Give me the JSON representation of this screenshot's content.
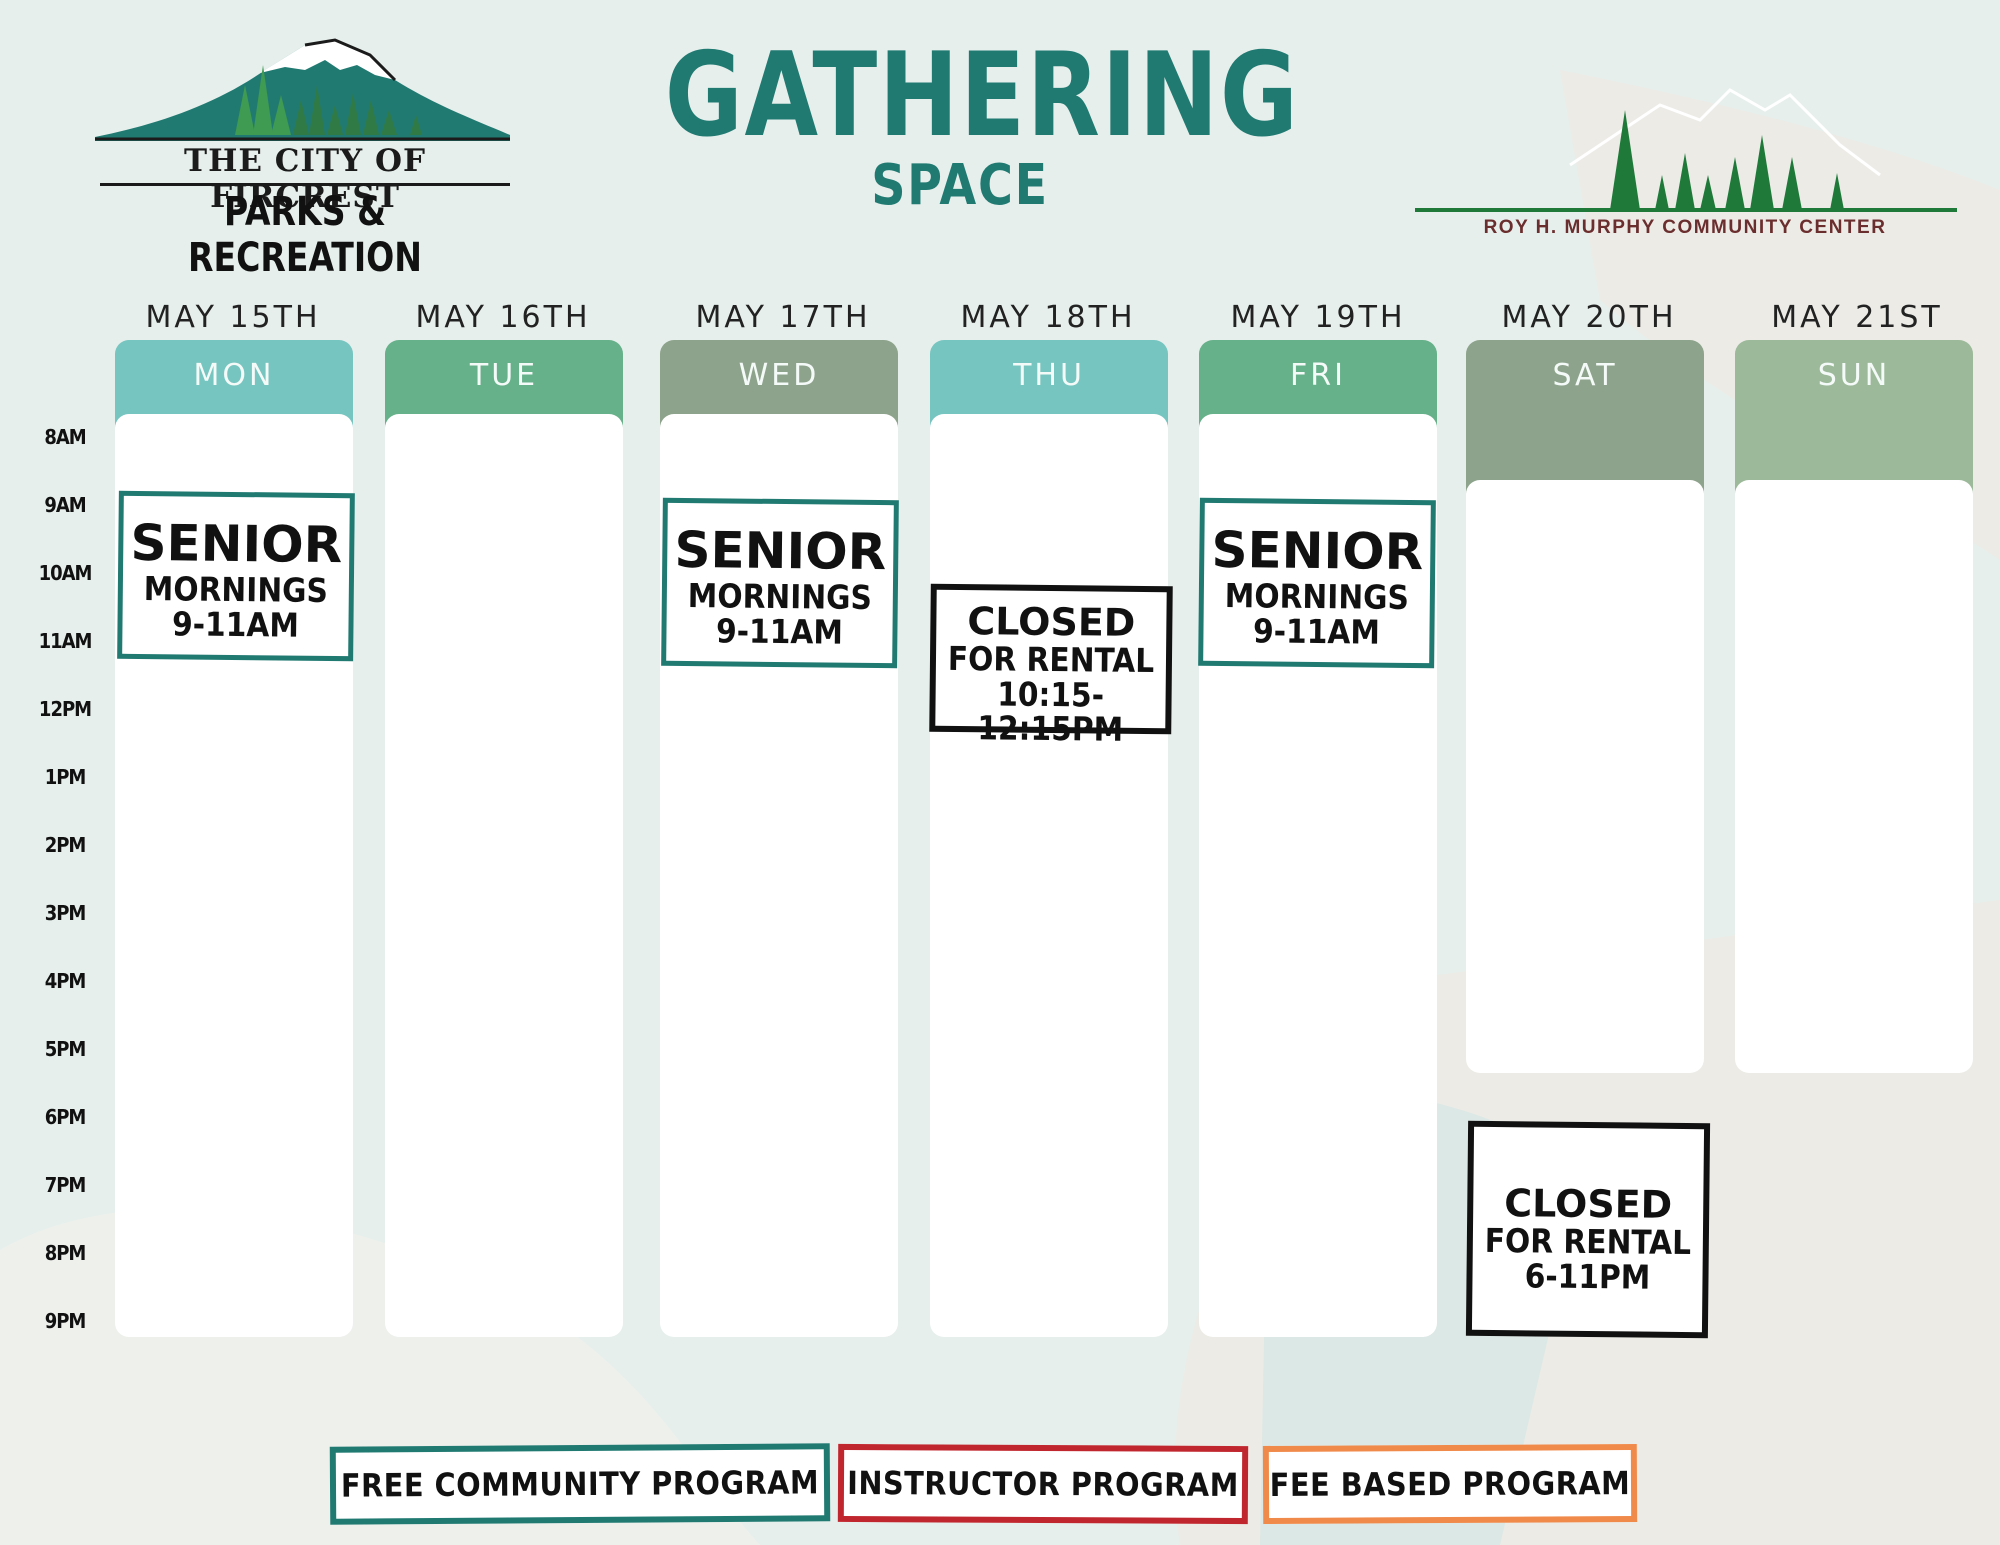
{
  "header": {
    "left_logo": {
      "line1": "THE CITY OF FIRCREST",
      "line2": "PARKS & RECREATION"
    },
    "title": "GATHERING",
    "subtitle": "SPACE",
    "right_logo": {
      "name": "ROY H. MURPHY COMMUNITY CENTER"
    }
  },
  "days": [
    {
      "date": "MAY 15TH",
      "day": "MON"
    },
    {
      "date": "MAY 16TH",
      "day": "TUE"
    },
    {
      "date": "MAY 17TH",
      "day": "WED"
    },
    {
      "date": "MAY 18TH",
      "day": "THU"
    },
    {
      "date": "MAY 19TH",
      "day": "FRI"
    },
    {
      "date": "MAY 20TH",
      "day": "SAT"
    },
    {
      "date": "MAY 21ST",
      "day": "SUN"
    }
  ],
  "times": [
    "8AM",
    "9AM",
    "10AM",
    "11AM",
    "12PM",
    "1PM",
    "2PM",
    "3PM",
    "4PM",
    "5PM",
    "6PM",
    "7PM",
    "8PM",
    "9PM"
  ],
  "events": {
    "mon": {
      "l1": "SENIOR",
      "l2": "MORNINGS",
      "l3": "9-11AM"
    },
    "wed": {
      "l1": "SENIOR",
      "l2": "MORNINGS",
      "l3": "9-11AM"
    },
    "thu": {
      "l1": "CLOSED",
      "l2": "FOR RENTAL",
      "l3": "10:15-12:15PM"
    },
    "fri": {
      "l1": "SENIOR",
      "l2": "MORNINGS",
      "l3": "9-11AM"
    },
    "sat": {
      "l1": "CLOSED",
      "l2": "FOR RENTAL",
      "l3": "6-11PM"
    }
  },
  "legend": {
    "free": "FREE COMMUNITY PROGRAM",
    "instructor": "INSTRUCTOR PROGRAM",
    "fee": "FEE BASED PROGRAM"
  },
  "colors": {
    "teal": "#217a72",
    "instructor_red": "#c0262d",
    "fee_orange": "#f08a4b"
  }
}
